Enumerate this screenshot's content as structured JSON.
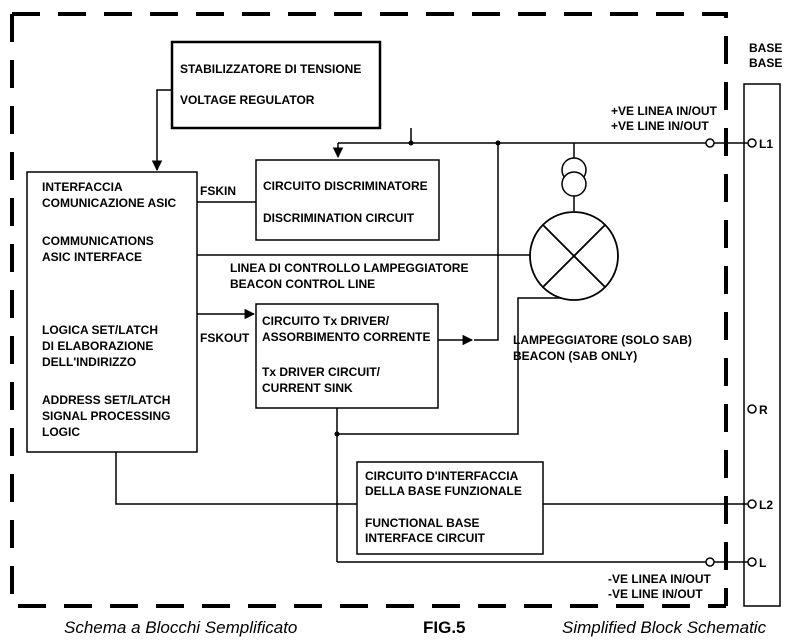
{
  "base": {
    "label_it": "BASE",
    "label_en": "BASE"
  },
  "regulator": {
    "line_it": "STABILIZZATORE DI TENSIONE",
    "line_en": "VOLTAGE REGULATOR"
  },
  "positive_line": {
    "line_it": "+VE LINEA IN/OUT",
    "line_en": "+VE LINE IN/OUT"
  },
  "negative_line": {
    "line_it": "-VE LINEA IN/OUT",
    "line_en": "-VE LINE IN/OUT"
  },
  "terminals": {
    "l1": "L1",
    "r": "R",
    "l2": "L2",
    "l": "L"
  },
  "asic": {
    "lines": [
      "INTERFACCIA",
      "COMUNICAZIONE ASIC",
      "COMMUNICATIONS",
      "ASIC INTERFACE",
      "LOGICA SET/LATCH",
      "DI ELABORAZIONE",
      "DELL'INDIRIZZO",
      "ADDRESS SET/LATCH",
      "SIGNAL PROCESSING",
      "LOGIC"
    ]
  },
  "signals": {
    "fskin": "FSKIN",
    "fskout": "FSKOUT"
  },
  "discriminator": {
    "line_it": "CIRCUITO DISCRIMINATORE",
    "line_en": "DISCRIMINATION CIRCUIT"
  },
  "beacon_control": {
    "line_it": "LINEA DI CONTROLLO LAMPEGGIATORE",
    "line_en": "BEACON CONTROL LINE"
  },
  "tx_driver": {
    "line1": "CIRCUITO Tx DRIVER/",
    "line2": "ASSORBIMENTO CORRENTE",
    "line3": "Tx DRIVER CIRCUIT/",
    "line4": "CURRENT SINK"
  },
  "beacon": {
    "line_it": "LAMPEGGIATORE (SOLO SAB)",
    "line_en": "BEACON (SAB ONLY)"
  },
  "functional_base": {
    "line1": "CIRCUITO D'INTERFACCIA",
    "line2": "DELLA BASE  FUNZIONALE",
    "line3": "FUNCTIONAL BASE",
    "line4": "INTERFACE CIRCUIT"
  },
  "caption": {
    "left": "Schema a Blocchi Semplificato",
    "center": "FIG.5",
    "right": "Simplified Block Schematic"
  }
}
